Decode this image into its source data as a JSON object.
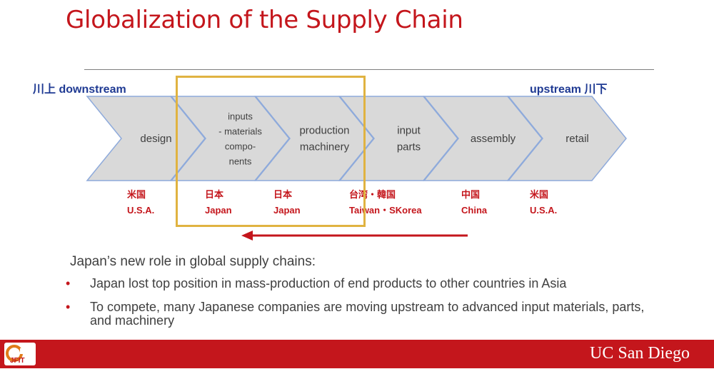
{
  "title": "Globalization of the Supply Chain",
  "labels": {
    "left": "川上 downstream",
    "right": "upstream 川下"
  },
  "stages": [
    {
      "lines": [
        "design"
      ],
      "country_native": "米国",
      "country_en": "U.S.A."
    },
    {
      "lines": [
        "inputs",
        "- materials",
        "compo-",
        "nents"
      ],
      "country_native": "日本",
      "country_en": "Japan"
    },
    {
      "lines": [
        "production",
        "machinery"
      ],
      "country_native": "日本",
      "country_en": "Japan"
    },
    {
      "lines": [
        "input",
        "parts"
      ],
      "country_native": "台湾・韓国",
      "country_en": "Taiwan・SKorea"
    },
    {
      "lines": [
        "assembly"
      ],
      "country_native": "中国",
      "country_en": "China"
    },
    {
      "lines": [
        "retail"
      ],
      "country_native": "米国",
      "country_en": "U.S.A."
    }
  ],
  "colors": {
    "accent": "#c4161c",
    "chevron_fill": "#d9d9d9",
    "chevron_stroke": "#8eaadb",
    "highlight": "#e0b341",
    "direction_label": "#1f3a93"
  },
  "subheading": "Japan’s new role in global supply chains:",
  "bullets": [
    "Japan lost top position in mass-production of end products to other countries in Asia",
    "To compete, many Japanese companies are moving upstream to advanced input materials, parts, and machinery"
  ],
  "footer": {
    "left_logo": "JFIT",
    "right_logo": "UC San Diego"
  }
}
